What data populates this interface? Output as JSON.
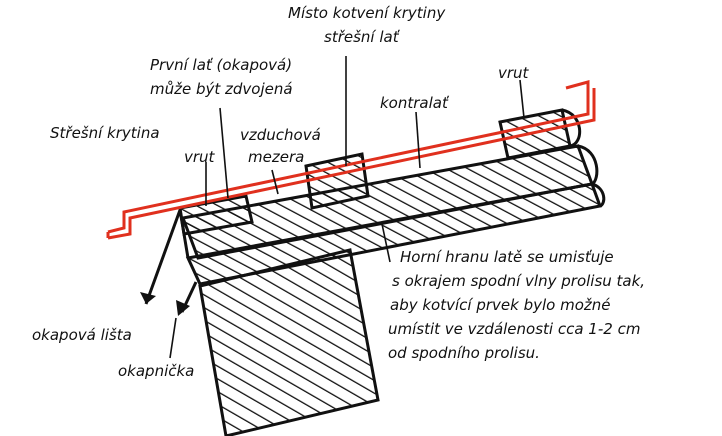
{
  "labels": {
    "misto_kotveni": [
      "Místo kotvení krytiny",
      "střešní lať"
    ],
    "prvni_lat": [
      "První lať (okapová)",
      "může být zdvojená"
    ],
    "vrut_right": "vrut",
    "vrut_left": "vrut",
    "kontralat": "kontralať",
    "vzduchova_mezera": [
      "vzduchová",
      "mezera"
    ],
    "stresni_krytina": "Střešní krytina",
    "note": [
      "Horní hranu latě se umisťuje",
      "s okrajem spodní vlny prolisu tak,",
      "aby kotvící prvek bylo možné",
      "umístit ve vzdálenosti cca 1-2 cm",
      "od spodního prolisu."
    ],
    "okapova_lista": "okapová lišta",
    "okapnicka": "okapnička"
  },
  "colors": {
    "roofing": "#e0301e",
    "lines": "#111111",
    "hatch": "#111111"
  }
}
